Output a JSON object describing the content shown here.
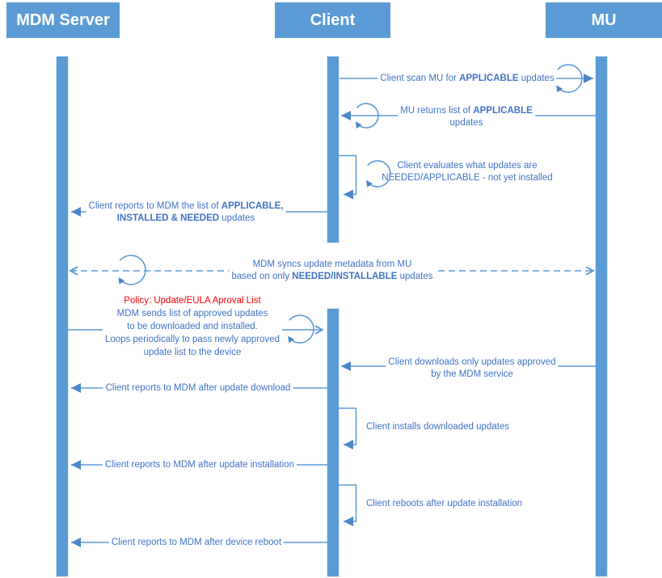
{
  "colors": {
    "participant_fill": "#5B9BD5",
    "participant_text": "#FFFFFF",
    "line_blue": "#5B9BD5",
    "arrow_blue": "#4A86C8",
    "label_text_blue": "#3E74C4",
    "policy_red": "#FF0000"
  },
  "participants": {
    "mdm": "MDM Server",
    "client": "Client",
    "mu": "MU"
  },
  "messages": {
    "scan": {
      "pre": "Client scan MU for ",
      "bold": "APPLICABLE",
      "post": " updates"
    },
    "returns": {
      "line1_pre": "MU returns list of ",
      "line1_bold": "APPLICABLE",
      "line2": "updates"
    },
    "evaluates": {
      "line1": "Client evaluates what updates are",
      "line2": "NEEDED/APPLICABLE - not yet installed"
    },
    "reports_list": {
      "line1_pre": "Client reports to MDM the list of ",
      "line1_bold": "APPLICABLE,",
      "line2_bold": "INSTALLED & NEEDED",
      "line2_post": " updates"
    },
    "syncs": {
      "line1": "MDM syncs update metadata from MU",
      "line2_pre": "based on only ",
      "line2_bold": "NEEDED/INSTALLABLE",
      "line2_post": " updates"
    },
    "policy": {
      "title": "Policy: Update/EULA Aproval List",
      "line1": "MDM sends list of approved updates",
      "line2": "to be downloaded and installed.",
      "line3": "Loops periodically to pass newly approved",
      "line4": "update list to the device"
    },
    "downloads": {
      "line1": "Client downloads only updates approved",
      "line2": "by the MDM service"
    },
    "report_download": "Client reports to MDM after update download",
    "installs": "Client installs downloaded updates",
    "report_install": "Client reports to MDM after update installation",
    "reboots": "Client reboots after update installation",
    "report_reboot": "Client reports to MDM after device reboot"
  }
}
